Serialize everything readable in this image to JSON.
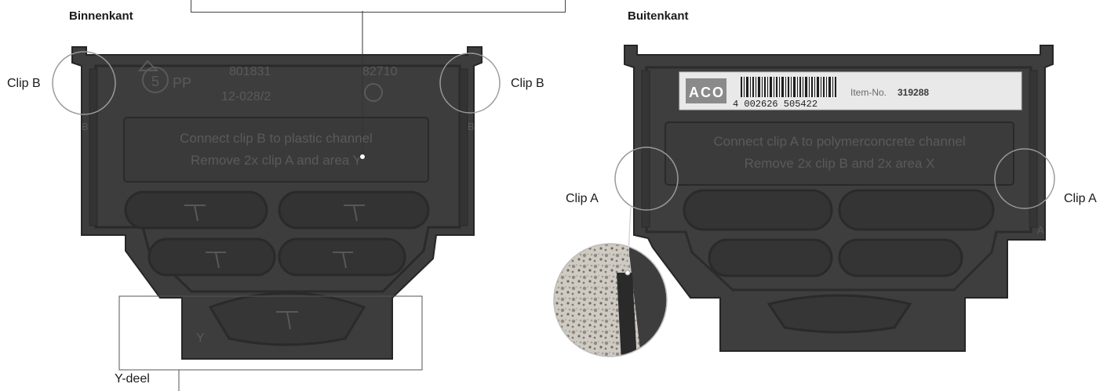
{
  "headings": {
    "inner": "Binnenkant",
    "outer": "Buitenkant"
  },
  "callouts": {
    "clip_b_left": "Clip B",
    "clip_b_right": "Clip B",
    "clip_a_left": "Clip A",
    "clip_a_right": "Clip A",
    "y_part": "Y-deel"
  },
  "inner_plate": {
    "recycle_code": "5",
    "material": "PP",
    "code_1": "801831",
    "code_2": "82710",
    "date_code": "12-028/2",
    "instruction_line_1": "Connect clip B to plastic channel",
    "instruction_line_2": "Remove 2x clip A and area Y",
    "side_mark_left": "B",
    "side_mark_right": "B",
    "area_mark": "Y"
  },
  "outer_plate": {
    "brand": "ACO",
    "barcode_number": "4 002626 505422",
    "item_label": "Item-No.",
    "item_number": "319288",
    "instruction_line_1": "Connect clip A to polymerconcrete channel",
    "instruction_line_2": "Remove 2x clip B and 2x area X",
    "side_mark": "A"
  },
  "colors": {
    "plate": "#3d3d3d",
    "plate_dark": "#2b2b2b",
    "plate_light": "#565656",
    "label_bg": "#e9e9e9",
    "circle": "#9a9a9a"
  }
}
